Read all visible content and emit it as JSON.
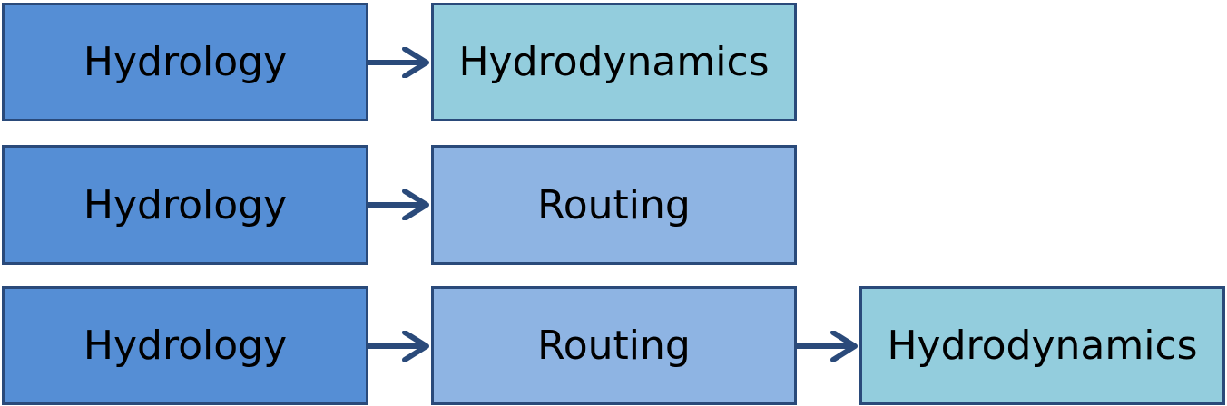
{
  "colors": {
    "hydrology_fill": "#558ed5",
    "routing_fill": "#8eb4e3",
    "hydrodynamics_fill": "#93cddd",
    "border": "#2a4a7a",
    "arrow": "#2a4a7a"
  },
  "rows": [
    {
      "boxes": [
        {
          "label": "Hydrology",
          "kind": "hydrology"
        },
        {
          "label": "Hydrodynamics",
          "kind": "hydrodynamics"
        }
      ]
    },
    {
      "boxes": [
        {
          "label": "Hydrology",
          "kind": "hydrology"
        },
        {
          "label": "Routing",
          "kind": "routing"
        }
      ]
    },
    {
      "boxes": [
        {
          "label": "Hydrology",
          "kind": "hydrology"
        },
        {
          "label": "Routing",
          "kind": "routing"
        },
        {
          "label": "Hydrodynamics",
          "kind": "hydrodynamics"
        }
      ]
    }
  ]
}
